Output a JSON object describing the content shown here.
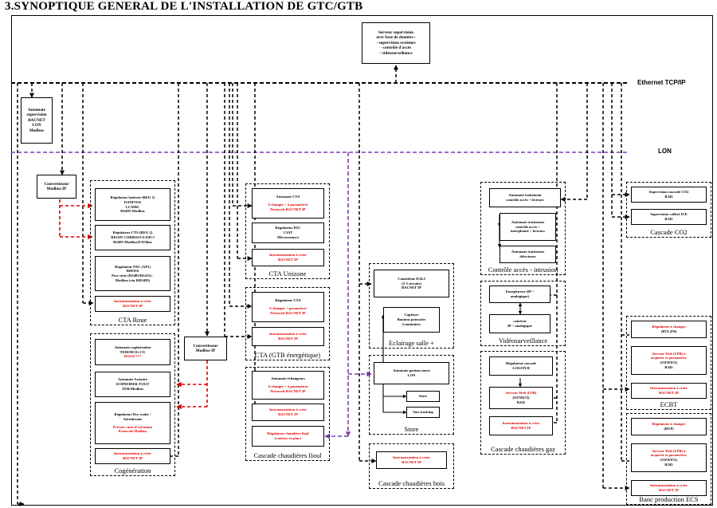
{
  "title": "3.SYNOPTIQUE GENERAL DE L'INSTALLATION DE GTC/GTB",
  "colors": {
    "ethernet": "#000000",
    "lon": "#7a3fb0",
    "modbus": "#e00000",
    "highlight": "#e00000"
  },
  "networks": {
    "ethernet": "Ethernet TCP/IP",
    "lon": "LON"
  },
  "server": {
    "lines": [
      "Serveur supervision",
      "avec base de données :",
      "- supervision systèmes",
      "- contrôle d'accès",
      "- vidéosurveillance"
    ]
  },
  "automate_supervision": {
    "lines": [
      "Automate",
      "supervision",
      "BACNET",
      "LON",
      "Modbus"
    ]
  },
  "convertisseur1": {
    "lines": [
      "Convertisseur",
      "Modbus IP"
    ]
  },
  "convertisseur2": {
    "lines": [
      "Convertisseur",
      "Modbus IP"
    ]
  },
  "cta_roue": {
    "label": "CTA Roue",
    "n1": [
      "Régulateur batterie (REG 1)",
      "DANFOSS",
      "LCX06C",
      "RS485-Modbus"
    ],
    "n2": [
      "Régulateur CTA (REG 2)",
      "REGIN CORRIGO E15D-3",
      "RS485-Modbus/EXOline"
    ],
    "n3": [
      "Régulateur PAC (AP1)",
      "RHOSS",
      "Port série (RS485/RS232) -",
      "Modbus (via KRS485)"
    ],
    "n4": [
      "Instrumentation à créer",
      "BACNET IP"
    ]
  },
  "cogeneration": {
    "label": "Cogénération",
    "n1a": [
      "Automate cogénération",
      "TEDOM IG-CU"
    ],
    "n1b": "RS232/???",
    "n2": [
      "Automate Armoire",
      "SCHNEIDER TSX37",
      "TER/Modbus"
    ],
    "n3a": [
      "Régulateur Dry cooler /",
      "Aérotherme"
    ],
    "n3b": [
      "Prévoir carte d'extension",
      "Protocole Modbus"
    ],
    "n4": [
      "Instrumentation à créer",
      "BACNET IP"
    ]
  },
  "cta_unizone": {
    "label": "CTA Unizone",
    "n1a": "Automate CTA",
    "n1b": [
      "A changer + à paramétrer",
      "Protocole BACNET IP"
    ],
    "n2": [
      "Régulateur PAC",
      "CIAT",
      "Microconnect"
    ],
    "n3": [
      "Instrumentation à créer",
      "BACNET IP"
    ]
  },
  "cta_gtb": {
    "label": "CTA (GTB énergétique)",
    "n1a": "Régulateur CTA",
    "n1b": [
      "A changer + paramétrer",
      "Protocole BACNET IP"
    ],
    "n2": [
      "Instrumentation à créer",
      "BACNET IP"
    ]
  },
  "fioul": {
    "label": "Cascade chaudières fioul",
    "n1a": "Automate échangeurs",
    "n1b": [
      "A changer + à paramétrer",
      "Protocole BACNET IP"
    ],
    "n2": [
      "Instrumentation à créer",
      "BACNET IP"
    ],
    "n3": [
      "Régulateur chaudière fioul",
      "à mettre en place"
    ]
  },
  "eclairage": {
    "label": "Eclairage salle +",
    "n1": [
      "Contrôleur DALI",
      "(2-3 circuits)",
      "BACNET IP"
    ],
    "n2": [
      "Capteurs",
      "Boutons poussoirs",
      "Luminaires"
    ]
  },
  "store": {
    "label": "Store",
    "n1": [
      "Automate gestion stores",
      "LON"
    ],
    "n2": "Store",
    "n3": "Sun tracking"
  },
  "bois": {
    "label": "Cascade chaudières bois",
    "n1": [
      "Instrumentation à créer",
      "BACNET IP"
    ]
  },
  "controle": {
    "label": "Contrôle accès - intrusion",
    "n1": [
      "Automate traitement",
      "contrôle accès + lecteurs"
    ],
    "n2": [
      "Automate traitement",
      "contrôle accès +",
      "interphonie + lecteurs"
    ],
    "n3": [
      "Automate traitement",
      "détecteurs"
    ]
  },
  "video": {
    "label": "Vidéosurveillance",
    "n1": [
      "Enregistreur (IP +",
      "analogique)"
    ],
    "n2a": "caméras",
    "n2b": "IP + analogique"
  },
  "gaz": {
    "label": "Cascade chaudières gaz",
    "n1": [
      "Régulateur  cascade",
      "LOGON B"
    ],
    "n2a": "Serveur Web (LPB)",
    "n2b": [
      "(OZW672)",
      "RJ45"
    ],
    "n3": [
      "Instrumentation à créer",
      "BACNET IP"
    ]
  },
  "co2": {
    "label": "Cascade CO2",
    "n1": [
      "Supervision cascade CO2",
      "RJ45"
    ],
    "n2": [
      "Supervision coffret ICE",
      "RJ45"
    ]
  },
  "ecbt": {
    "label": "ECBT",
    "n1": [
      "Régulateur  à changer",
      "(RVL470)"
    ],
    "n2a": [
      "Serveur Web (LPB) à",
      "acquérir et paramétrer"
    ],
    "n2b": [
      "(OZW672)",
      "RJ45"
    ],
    "n3": [
      "Instrumentation à créer",
      "BACNET IP"
    ]
  },
  "ecs": {
    "label": "Banc production ECS",
    "n1": [
      "Régulateur à changer",
      "(RVP)"
    ],
    "n2a": [
      "Serveur Web (LPB) à",
      "acquérir et paramétrer"
    ],
    "n2b": [
      "(OZW672)",
      "RJ45"
    ],
    "n3": [
      "Instrumentation à créer",
      "BACNET IP"
    ]
  }
}
